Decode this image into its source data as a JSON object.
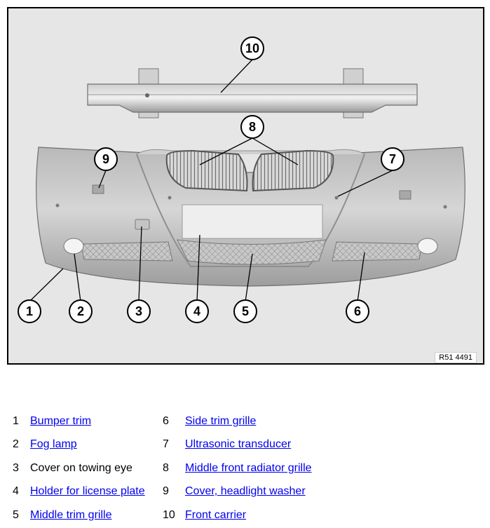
{
  "figure": {
    "reference_code": "R51 4491",
    "callouts": [
      "1",
      "2",
      "3",
      "4",
      "5",
      "6",
      "7",
      "8",
      "9",
      "10"
    ]
  },
  "legend": [
    {
      "num": "1",
      "label": "Bumper trim",
      "link": true
    },
    {
      "num": "2",
      "label": "Fog lamp",
      "link": true
    },
    {
      "num": "3",
      "label": "Cover on towing eye",
      "link": false
    },
    {
      "num": "4",
      "label": "Holder for license plate",
      "link": true
    },
    {
      "num": "5",
      "label": "Middle trim grille",
      "link": true
    },
    {
      "num": "6",
      "label": "Side trim grille",
      "link": true
    },
    {
      "num": "7",
      "label": "Ultrasonic transducer",
      "link": true
    },
    {
      "num": "8",
      "label": "Middle front radiator grille",
      "link": true
    },
    {
      "num": "9",
      "label": "Cover, headlight washer",
      "link": true
    },
    {
      "num": "10",
      "label": "Front carrier",
      "link": true
    }
  ],
  "colors": {
    "link": "#0000ee",
    "frame": "#000000",
    "figure_bg": "#e6e6e6"
  }
}
